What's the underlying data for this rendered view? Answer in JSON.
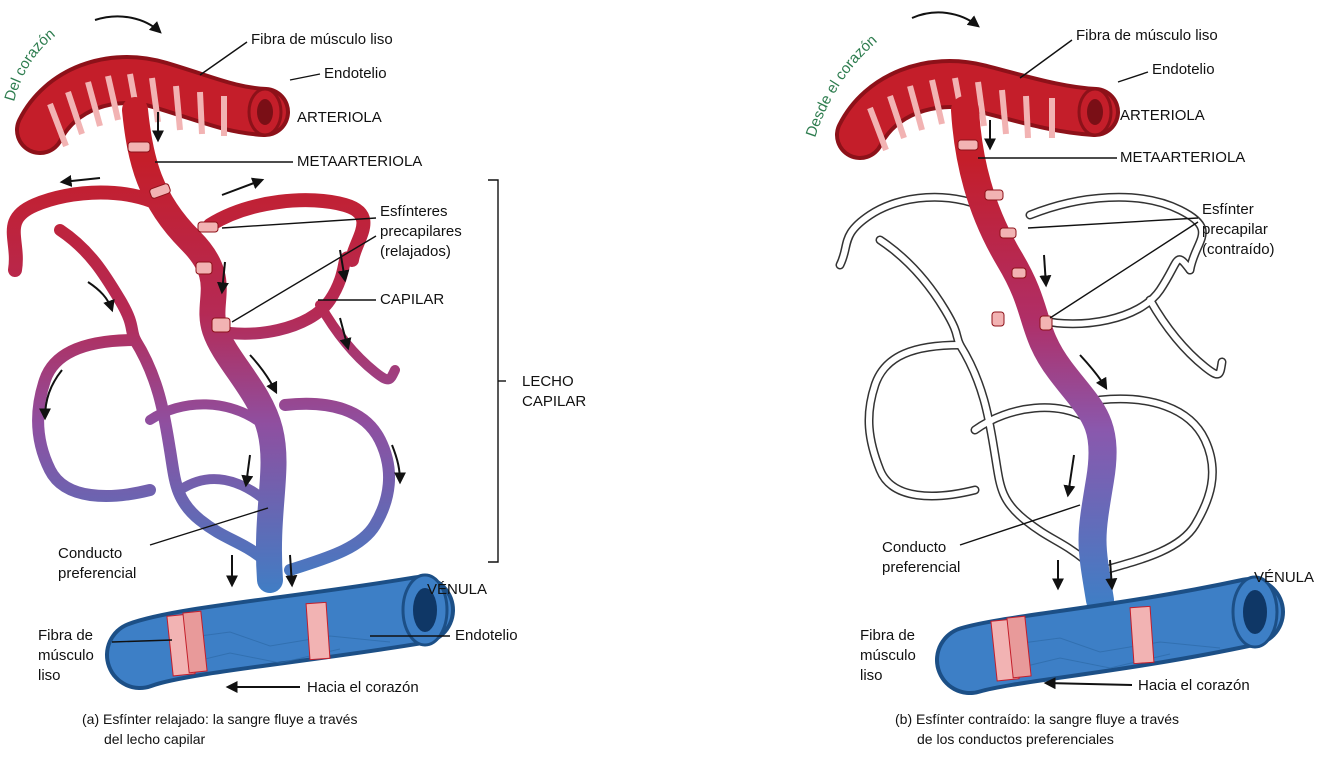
{
  "colors": {
    "arterial": "#c41e2a",
    "arterial_dark": "#8d1119",
    "band": "#f2b3b3",
    "capillary_mid": "#a04a90",
    "venous": "#3d7fc6",
    "venous_dark": "#1c4f86",
    "source_text": "#2e7d4f"
  },
  "panel_a": {
    "source_label": "Del corazón",
    "smooth_muscle_fiber": "Fibra de músculo liso",
    "endothelium_top": "Endotelio",
    "arteriole": "ARTERIOLA",
    "metarteriole": "METAARTERIOLA",
    "sphincters_line1": "Esfínteres",
    "sphincters_line2": "precapilares",
    "sphincters_line3": "(relajados)",
    "capillary": "CAPILAR",
    "bed_line1": "LECHO",
    "bed_line2": "CAPILAR",
    "thoroughfare_line1": "Conducto",
    "thoroughfare_line2": "preferencial",
    "venule": "VÉNULA",
    "fiber_line1": "Fibra de",
    "fiber_line2": "músculo",
    "fiber_line3": "liso",
    "endothelium_bottom": "Endotelio",
    "to_heart": "Hacia el corazón",
    "caption_line1": "(a) Esfínter relajado: la sangre fluye a través",
    "caption_line2": "del lecho capilar"
  },
  "panel_b": {
    "source_label": "Desde el corazón",
    "smooth_muscle_fiber": "Fibra de músculo liso",
    "endothelium_top": "Endotelio",
    "arteriole": "ARTERIOLA",
    "metarteriole": "METAARTERIOLA",
    "sphincter_line1": "Esfínter",
    "sphincter_line2": "precapilar",
    "sphincter_line3": "(contraído)",
    "thoroughfare_line1": "Conducto",
    "thoroughfare_line2": "preferencial",
    "venule": "VÉNULA",
    "fiber_line1": "Fibra de",
    "fiber_line2": "músculo",
    "fiber_line3": "liso",
    "to_heart": "Hacia el corazón",
    "caption_line1": "(b) Esfínter contraído: la sangre fluye a través",
    "caption_line2": "de los conductos preferenciales"
  }
}
